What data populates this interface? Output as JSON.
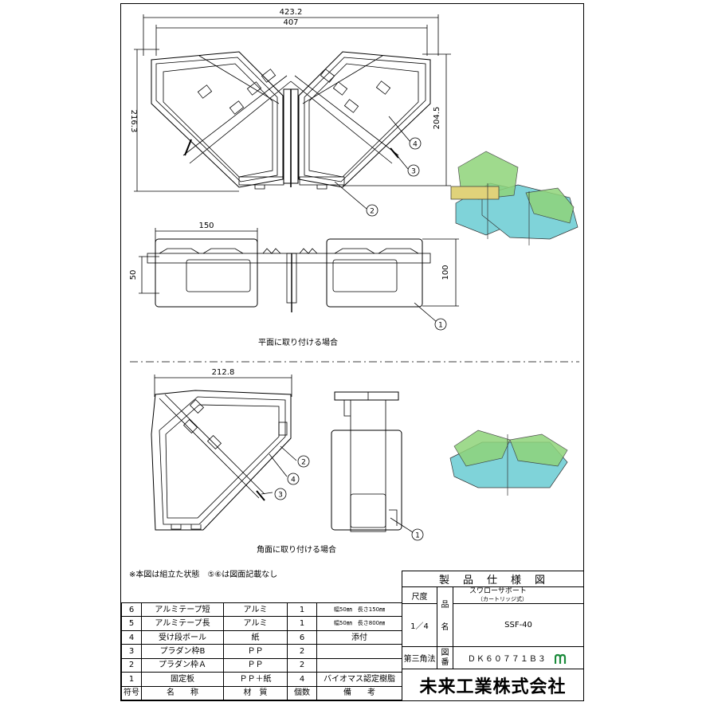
{
  "dimensions": {
    "top_width_outer": "423.2",
    "top_width_inner": "407",
    "left_height": "216.3",
    "right_height": "204.5",
    "side_width": "150",
    "side_height_small": "50",
    "side_height_large": "100",
    "corner_width": "212.8"
  },
  "balloons": [
    "1",
    "2",
    "3",
    "4"
  ],
  "captions": {
    "flat": "平面に取り付ける場合",
    "corner": "角面に取り付ける場合"
  },
  "note": "※本図は組立た状態　⑤⑥は図面記載なし",
  "bom": {
    "headers": [
      "符号",
      "名　　称",
      "材　質",
      "個数",
      "備　　考"
    ],
    "rows": [
      {
        "no": "6",
        "name": "アルミテープ短",
        "material": "アルミ",
        "qty": "1",
        "remark": "幅50㎜　長さ150㎜",
        "small": true
      },
      {
        "no": "5",
        "name": "アルミテープ長",
        "material": "アルミ",
        "qty": "1",
        "remark": "幅50㎜　長さ800㎜",
        "small": true
      },
      {
        "no": "4",
        "name": "受け段ボール",
        "material": "紙",
        "qty": "6",
        "remark": "添付",
        "small": false
      },
      {
        "no": "3",
        "name": "プラダン枠B",
        "material": "ＰＰ",
        "qty": "2",
        "remark": "",
        "small": false
      },
      {
        "no": "2",
        "name": "プラダン枠Ａ",
        "material": "ＰＰ",
        "qty": "2",
        "remark": "",
        "small": false
      },
      {
        "no": "1",
        "name": "固定板",
        "material": "ＰＰ＋紙",
        "qty": "4",
        "remark": "バイオマス認定樹脂",
        "small": false
      }
    ]
  },
  "title_block": {
    "title": "製　品　仕　様　図",
    "scale_label": "尺度",
    "scale": "1／4",
    "name_label_1": "品",
    "name_label_2": "名",
    "product_name": "スワローサポート",
    "product_sub": "（カートリッジ式）",
    "product_code": "SSF-40",
    "projection": "第三角法",
    "drawing_no_label_1": "図",
    "drawing_no_label_2": "番",
    "drawing_no": "ＤＫ６０７７１Ｂ３",
    "company": "未来工業株式会社"
  },
  "colors": {
    "cyan": "#7fd3d9",
    "green": "#8fd47a",
    "yellow": "#e0d27a"
  }
}
